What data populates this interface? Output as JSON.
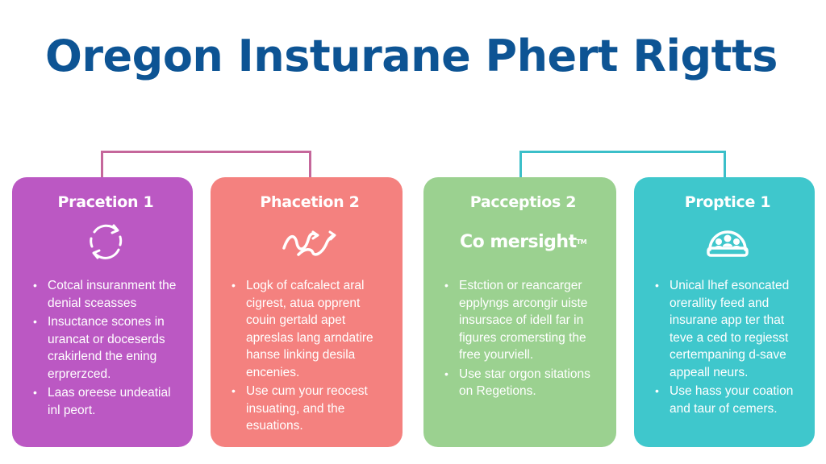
{
  "title": "Oregon Insturane Phert Rigtts",
  "colors": {
    "title": "#0d5494",
    "card1": "#bb58c3",
    "card2": "#f4817f",
    "card3": "#9bd190",
    "card4": "#3fc7cc",
    "connector_left": "#c5679b",
    "connector_right": "#3bbfc9"
  },
  "cards": [
    {
      "title": "Pracetion 1",
      "icon": "circular-arrows-icon",
      "bullets": [
        "Cotcal insuranment the denial sceasses",
        "Insuctance scones in urancat or doceserds crakirlend the ening erprerzced.",
        "Laas oreese undeatial inl peort."
      ]
    },
    {
      "title": "Phacetion 2",
      "icon": "squiggle-arrows-icon",
      "bullets": [
        "Logk of cafcalect aral cigrest, atua opprent couin gertald apet apreslas lang arndatire hanse linking desila encenies.",
        "Use cum your reocest insuating, and the esuations."
      ]
    },
    {
      "title": "Pacceptios 2",
      "icon": "logo-icon",
      "logo_text": "Co mersight",
      "logo_tm": "TM",
      "bullets": [
        "Estction or reancarger epplyngs arcongir uiste insursace of idell far in figures cromersting the free yourviell.",
        "Use star orgon sitations on Regetions."
      ]
    },
    {
      "title": "Proptice 1",
      "icon": "people-group-icon",
      "bullets": [
        "Unical lhef esoncated orerallity feed and insurane app ter that teve a ced to regiesst certempaning d-save appeall neurs.",
        "Use hass your coation and taur of cemers."
      ]
    }
  ]
}
